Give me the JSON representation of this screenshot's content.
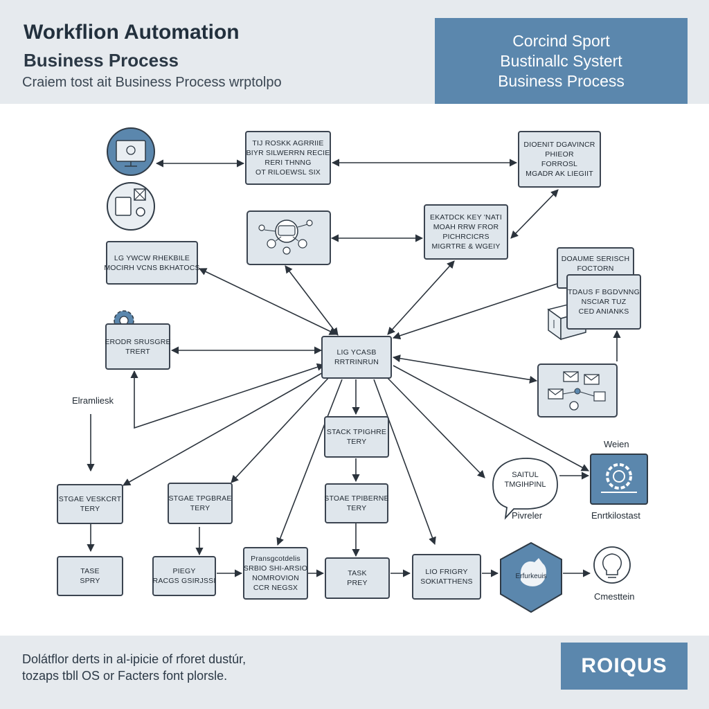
{
  "header": {
    "title": "Workflion Automation",
    "subtitle": "Business Process",
    "caption": "Craiem tost ait Business Process wrptolpo",
    "panel_lines": [
      "Corcind Sport",
      "Bustinallc Systert",
      "Business Process"
    ]
  },
  "nodes": {
    "top_center": [
      "TIJ ROSKK AGRRIIE",
      "BIYR SILWERRN RECIE",
      "RERI THNNG",
      "OT RILOEWSL SIX"
    ],
    "top_right": [
      "DIOENIT DGAVINCR",
      "PHIEOR",
      "FORROSL",
      "MGADR AK LIEGIIT"
    ],
    "mid_center": [
      "EKATDCK KEY 'NATI",
      "MOAH RRW FROR",
      "PICHRCICRS",
      "MIGRTRE & WGEIY"
    ],
    "left_a": [
      "LG YWCW RHEKBILE",
      "MOCIRH VCNS BKHATOCS"
    ],
    "right_back": [
      "DOAUME SERISCH",
      "FOCTORN"
    ],
    "right_front": [
      "TDAUS F BGDVNNG",
      "NSCIAR TUZ",
      "CED ANIANKS"
    ],
    "left_b": [
      "ERODR SRUSGRE",
      "TRERT"
    ],
    "hub": [
      "LIG YCASB",
      "RRTRINRUN"
    ],
    "stage_center": [
      "STACK TPIGHRE",
      "TERY"
    ],
    "stage_1": [
      "STGAE VESKCRT",
      "TERY"
    ],
    "stage_2": [
      "STGAE TPGBRAE",
      "TERY"
    ],
    "stage_3": [
      "STOAE TPIBERNE",
      "TERY"
    ],
    "task_1": [
      "TASE",
      "SPRY"
    ],
    "task_2": [
      "PIEGY",
      "RACGS GSIRJSSI"
    ],
    "task_3": [
      "Pransgcotdelis",
      "SRBIO SHI-ARSIO",
      "NOMROVION",
      "CCR NEGSX"
    ],
    "task_4": [
      "TASK",
      "PREY"
    ],
    "task_5": [
      "LIO FRIGRY",
      "SOKIATTHENS"
    ]
  },
  "labels": {
    "left_side": "Elramliesk",
    "speech": [
      "SAITUL",
      "TMGIHPINL"
    ],
    "preview": "Pivreler",
    "gear_top": "Weien",
    "gear_bottom": "Enrtkilostast",
    "hex": "Erfurkeuis",
    "bulb": "Cmesttein"
  },
  "footer": {
    "lines": [
      "Dolátflor derts in al-ipicie of rforet dustúr,",
      "tozaps tbll OS or Facters font plorsle."
    ],
    "badge": "ROIQUS"
  },
  "colors": {
    "accent": "#5b87ad",
    "node_fill": "#dfe6ec",
    "stroke": "#3b4450",
    "band": "#e6eaee"
  }
}
